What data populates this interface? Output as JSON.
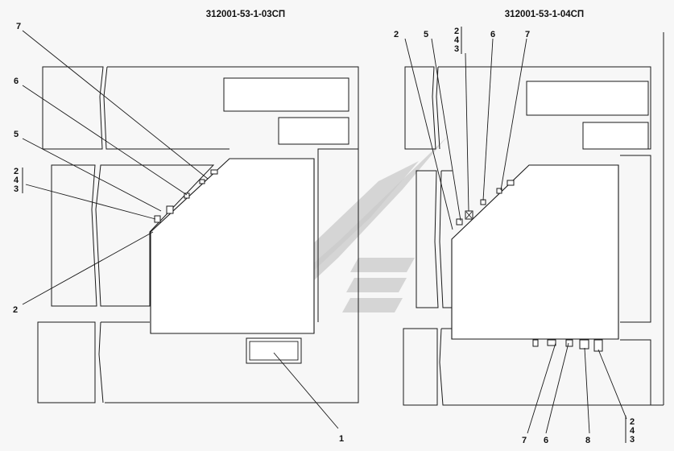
{
  "titles": {
    "left": "312001-53-1-03СП",
    "right": "312001-53-1-04СП"
  },
  "left_callouts": {
    "c7": "7",
    "c6": "6",
    "c5": "5",
    "c2": "2",
    "stack": [
      "2",
      "4",
      "3"
    ],
    "c1": "1"
  },
  "right_callouts": {
    "c2": "2",
    "c5": "5",
    "stack": [
      "2",
      "4",
      "3"
    ],
    "c6": "6",
    "c7": "7",
    "bottom_7": "7",
    "bottom_6": "6",
    "bottom_8": "8",
    "bottom_stack": [
      "2",
      "4",
      "3"
    ]
  },
  "colors": {
    "line": "#1a1a1a",
    "watermark": "#c9c9c9",
    "background": "#f7f7f7"
  }
}
